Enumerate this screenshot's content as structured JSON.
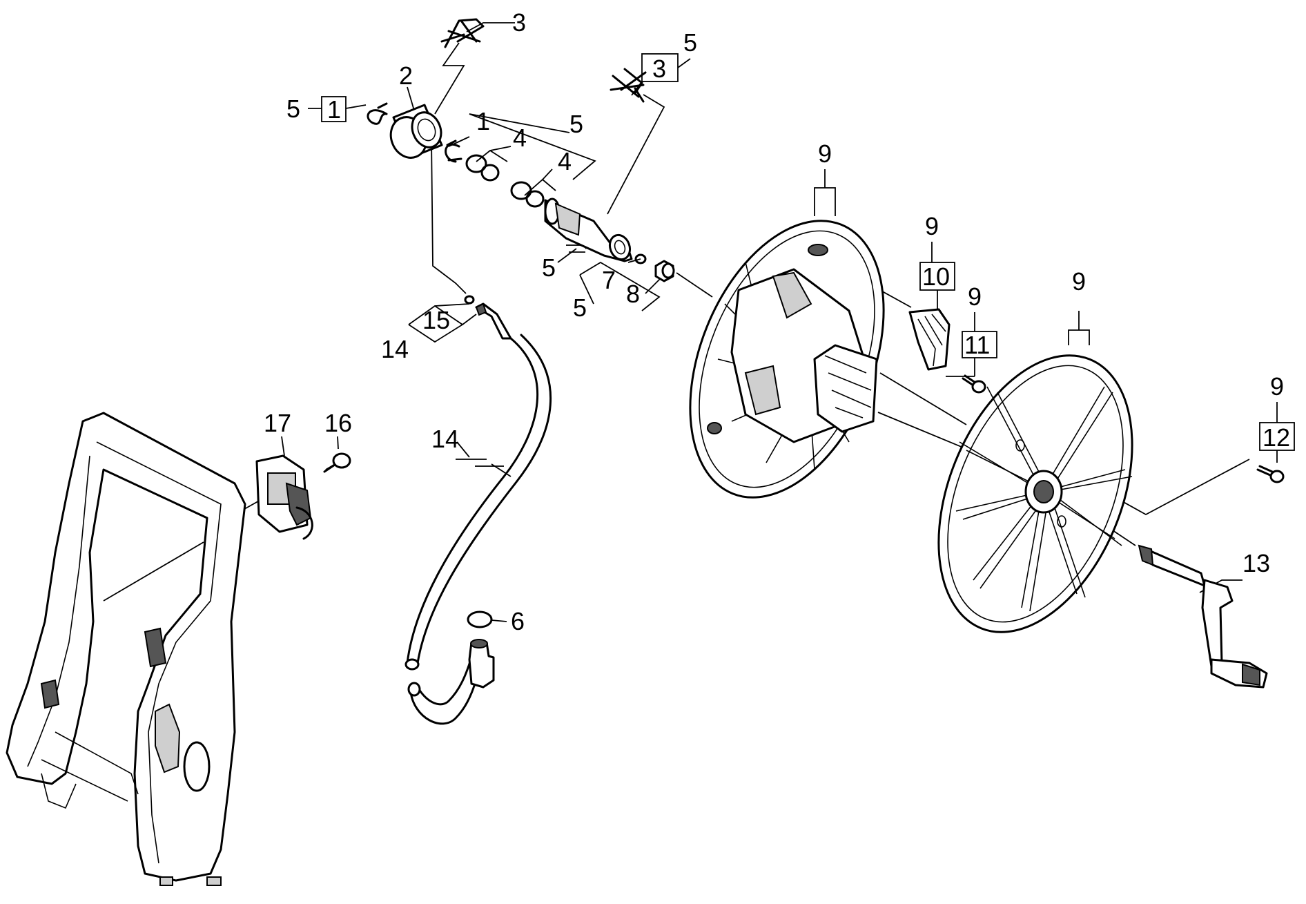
{
  "callouts": [
    {
      "id": "c3_top",
      "text": "3"
    },
    {
      "id": "c2",
      "text": "2"
    },
    {
      "id": "c5_left",
      "text": "5"
    },
    {
      "id": "c1_box",
      "text": "1"
    },
    {
      "id": "c1_mid",
      "text": "1"
    },
    {
      "id": "c5_mid",
      "text": "5"
    },
    {
      "id": "c4_a",
      "text": "4"
    },
    {
      "id": "c4_b",
      "text": "4"
    },
    {
      "id": "c5_topright",
      "text": "5"
    },
    {
      "id": "c3_box",
      "text": "3"
    },
    {
      "id": "c5_c",
      "text": "5"
    },
    {
      "id": "c7",
      "text": "7"
    },
    {
      "id": "c8",
      "text": "8"
    },
    {
      "id": "c5_d",
      "text": "5"
    },
    {
      "id": "c15",
      "text": "15"
    },
    {
      "id": "c14_a",
      "text": "14"
    },
    {
      "id": "c14_b",
      "text": "14"
    },
    {
      "id": "c6",
      "text": "6"
    },
    {
      "id": "c17",
      "text": "17"
    },
    {
      "id": "c16",
      "text": "16"
    },
    {
      "id": "c9_a",
      "text": "9"
    },
    {
      "id": "c9_b",
      "text": "9"
    },
    {
      "id": "c10",
      "text": "10"
    },
    {
      "id": "c9_c",
      "text": "9"
    },
    {
      "id": "c11",
      "text": "11"
    },
    {
      "id": "c9_d",
      "text": "9"
    },
    {
      "id": "c9_e",
      "text": "9"
    },
    {
      "id": "c12",
      "text": "12"
    },
    {
      "id": "c13",
      "text": "13"
    }
  ]
}
